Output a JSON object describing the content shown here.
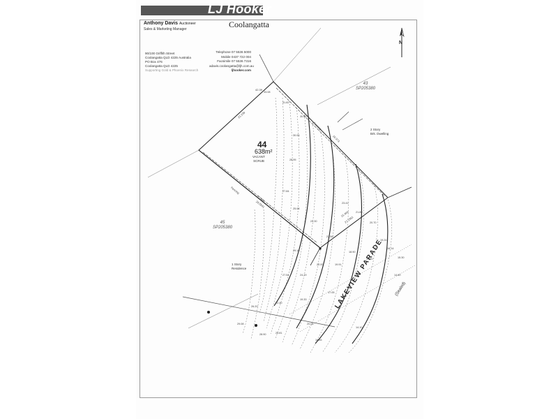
{
  "header": {
    "brand": "LJ Hooker",
    "city": "Coolangatta",
    "agent_name": "Anthony Davis",
    "agent_role": "Auctioneer",
    "agent_title": "Sales & Marketing Manager"
  },
  "address_lines": [
    "90/100 Griffith Street",
    "Coolangatta QLD 4225 Australia",
    "PO Box 476",
    "Coolangatta QLD 4225"
  ],
  "address_note": "Supporting Gold & Phoenix Research",
  "contact_lines": [
    "Telephone 07 5536 5000",
    "Mobile 0437 722 004",
    "Facsimile 07 5536 7316",
    "adavis.coolangatta@ljh.com.au",
    "ljhooker.com"
  ],
  "compass": {
    "label": "N"
  },
  "lot": {
    "number": "44",
    "area": "638m²",
    "notes": [
      "VACANT",
      "SCRUB"
    ]
  },
  "neighbors": {
    "lot43": {
      "number": "43",
      "plan": "SP205380"
    },
    "lot45": {
      "number": "45",
      "plan": "SP205380"
    }
  },
  "dwellings": {
    "right": [
      "2 Story",
      "Brk. Dwelling"
    ],
    "left": [
      "1 Story",
      "Residence"
    ]
  },
  "street": {
    "name": "LAKEVIEW PARADE",
    "note": "(Sealed)"
  },
  "dims": {
    "top": "42.39",
    "left_side": "21.339",
    "bottom_left": "21.989",
    "bottom_left2": "29.5541",
    "right_side": "16.373",
    "bottom": "15.464",
    "bottom2": "27.1961"
  },
  "fence_label": "Fencing"
}
